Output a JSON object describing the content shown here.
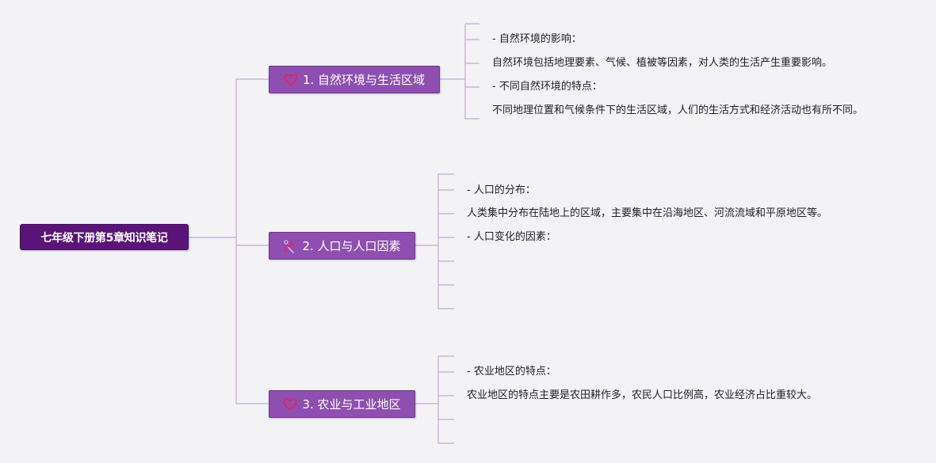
{
  "root": {
    "label": "七年级下册第5章知识笔记"
  },
  "topics": [
    {
      "label": "1. 自然环境与生活区域",
      "icon": "heart-icon",
      "items": [
        "- 自然环境的影响：",
        "自然环境包括地理要素、气候、植被等因素，对人类的生活产生重要影响。",
        "- 不同自然环境的特点：",
        "不同地理位置和气候条件下的生活区域，人们的生活方式和经济活动也有所不同。"
      ]
    },
    {
      "label": "2. 人口与人口因素",
      "icon": "tools-icon",
      "items": [
        "- 人口的分布：",
        "人类集中分布在陆地上的区域，主要集中在沿海地区、河流流域和平原地区等。",
        "- 人口变化的因素："
      ]
    },
    {
      "label": "3. 农业与工业地区",
      "icon": "heart-icon",
      "items": [
        "- 农业地区的特点：",
        "农业地区的特点主要是农田耕作多，农民人口比例高，农业经济占比重较大。"
      ]
    }
  ],
  "colors": {
    "root_bg": "#5a1478",
    "topic_bg": "#8e4fb0",
    "connector": "#c3a8d8",
    "icon_accent": "#e0245e",
    "canvas_bg": "#f3f2f5"
  }
}
